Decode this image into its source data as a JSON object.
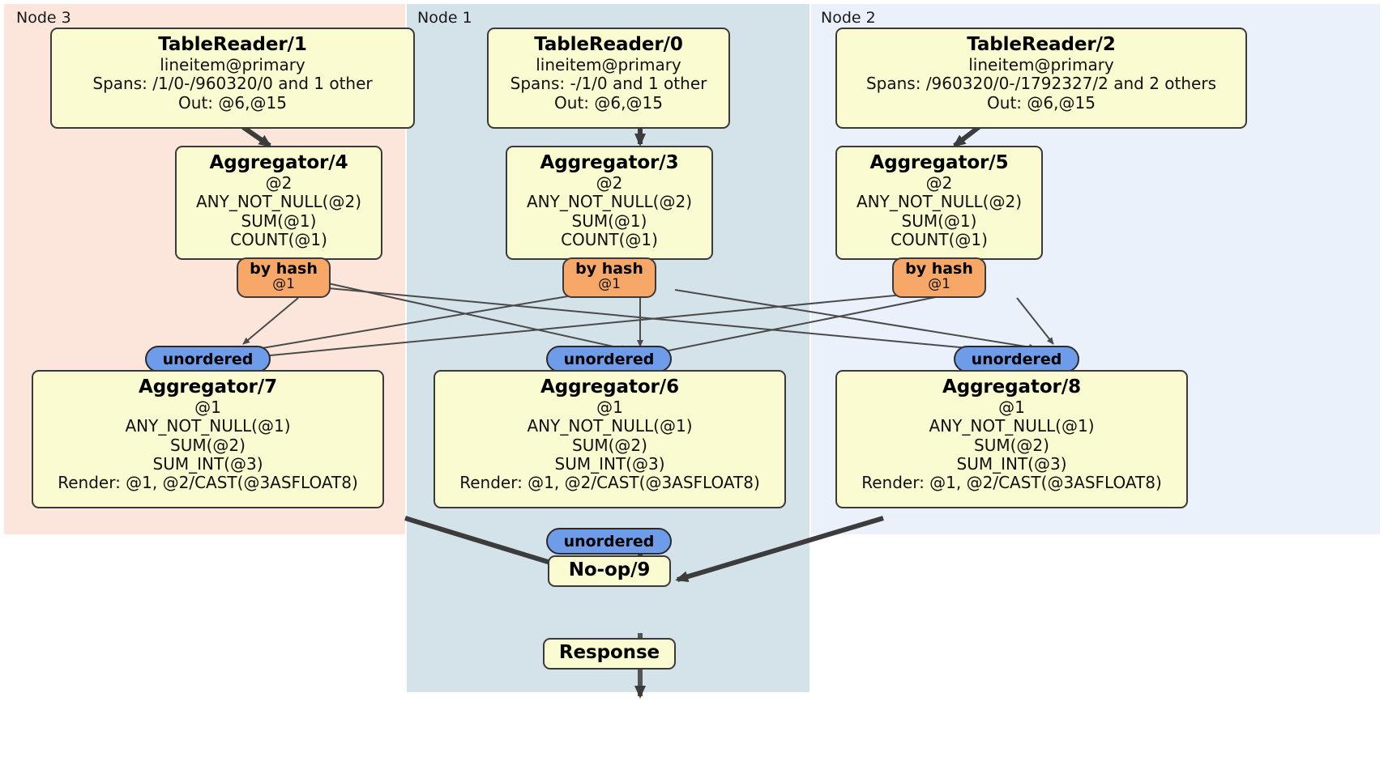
{
  "diagram": {
    "type": "distributed-query-plan",
    "nodes": [
      {
        "id": "node3",
        "label": "Node 3",
        "color": "#fce6dc"
      },
      {
        "id": "node1",
        "label": "Node 1",
        "color": "#d4e2ea"
      },
      {
        "id": "node2",
        "label": "Node 2",
        "color": "#eaf1fb"
      }
    ],
    "processors": {
      "tablereader1": {
        "title": "TableReader/1",
        "lines": [
          "lineitem@primary",
          "Spans: /1/0-/960320/0 and 1 other",
          "Out: @6,@15"
        ]
      },
      "tablereader0": {
        "title": "TableReader/0",
        "lines": [
          "lineitem@primary",
          "Spans: -/1/0 and 1 other",
          "Out: @6,@15"
        ]
      },
      "tablereader2": {
        "title": "TableReader/2",
        "lines": [
          "lineitem@primary",
          "Spans: /960320/0-/1792327/2 and 2 others",
          "Out: @6,@15"
        ]
      },
      "aggregator4": {
        "title": "Aggregator/4",
        "lines": [
          "@2",
          "ANY_NOT_NULL(@2)",
          "SUM(@1)",
          "COUNT(@1)"
        ]
      },
      "aggregator3": {
        "title": "Aggregator/3",
        "lines": [
          "@2",
          "ANY_NOT_NULL(@2)",
          "SUM(@1)",
          "COUNT(@1)"
        ]
      },
      "aggregator5": {
        "title": "Aggregator/5",
        "lines": [
          "@2",
          "ANY_NOT_NULL(@2)",
          "SUM(@1)",
          "COUNT(@1)"
        ]
      },
      "aggregator7": {
        "title": "Aggregator/7",
        "lines": [
          "@1",
          "ANY_NOT_NULL(@1)",
          "SUM(@2)",
          "SUM_INT(@3)",
          "Render: @1, @2/CAST(@3ASFLOAT8)"
        ]
      },
      "aggregator6": {
        "title": "Aggregator/6",
        "lines": [
          "@1",
          "ANY_NOT_NULL(@1)",
          "SUM(@2)",
          "SUM_INT(@3)",
          "Render: @1, @2/CAST(@3ASFLOAT8)"
        ]
      },
      "aggregator8": {
        "title": "Aggregator/8",
        "lines": [
          "@1",
          "ANY_NOT_NULL(@1)",
          "SUM(@2)",
          "SUM_INT(@3)",
          "Render: @1, @2/CAST(@3ASFLOAT8)"
        ]
      },
      "noop9": {
        "title": "No-op/9",
        "lines": []
      },
      "response": {
        "title": "Response",
        "lines": []
      }
    },
    "routers": {
      "hash_left": {
        "label": "by hash",
        "column": "@1"
      },
      "hash_center": {
        "label": "by hash",
        "column": "@1"
      },
      "hash_right": {
        "label": "by hash",
        "column": "@1"
      }
    },
    "synchronizers": {
      "sync_left": {
        "label": "unordered"
      },
      "sync_center": {
        "label": "unordered"
      },
      "sync_right": {
        "label": "unordered"
      },
      "sync_final": {
        "label": "unordered"
      }
    },
    "colors": {
      "processor_fill": "#fbfbd2",
      "processor_border": "#3a3a3a",
      "hash_router_fill": "#f7a869",
      "sync_fill": "#6e9ce8",
      "node3_fill": "#fce6dc",
      "node1_fill": "#d4e2ea",
      "node2_fill": "#eaf1fb",
      "edge_thin": "#4a4a4a",
      "edge_thick": "#3c3c3c"
    }
  }
}
